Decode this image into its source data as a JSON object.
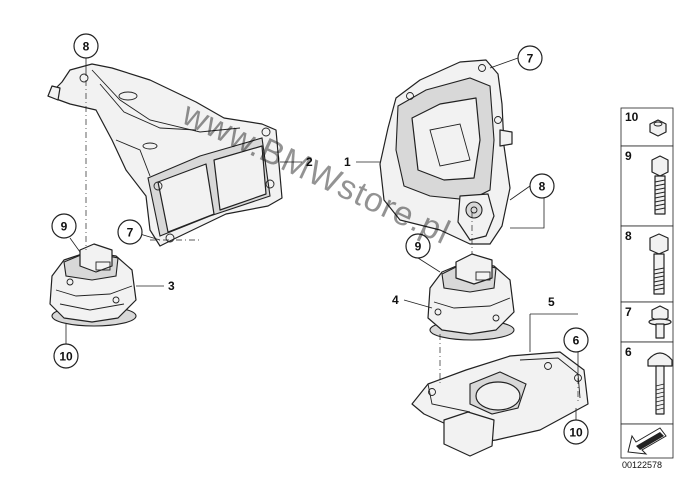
{
  "callouts": {
    "top_left_bracket": "8",
    "top_left_bracket_low": "7",
    "top_left_mount": "9",
    "top_left_mount_bottom": "10",
    "right_bracket_top": "7",
    "right_bracket_side": "8",
    "right_mount": "9",
    "right_plate": "6",
    "right_plate_bottom": "10"
  },
  "labels": {
    "bracket_left": "2",
    "bracket_right": "1",
    "mount_left": "3",
    "mount_right": "4",
    "plate": "5"
  },
  "side_panel": {
    "items": [
      {
        "num": "10",
        "icon": "nut-icon"
      },
      {
        "num": "9",
        "icon": "stud-bolt-icon"
      },
      {
        "num": "8",
        "icon": "hex-bolt-icon"
      },
      {
        "num": "7",
        "icon": "flange-bolt-icon"
      },
      {
        "num": "6",
        "icon": "round-head-bolt-icon"
      }
    ]
  },
  "watermark": "www.BMWstore.pl",
  "diagram_id": "00122578"
}
